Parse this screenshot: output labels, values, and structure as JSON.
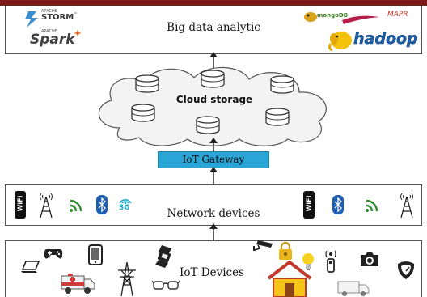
{
  "header_bar_color": "#7a1a1a",
  "layers": {
    "analytics": {
      "title": "Big data analytic"
    },
    "cloud": {
      "title": "Cloud storage"
    },
    "gateway": {
      "label": "IoT Gateway",
      "color": "#2aa6d6"
    },
    "network": {
      "title": "Network devices"
    },
    "devices": {
      "title": "IoT Devices"
    }
  },
  "logos": {
    "storm": {
      "small": "APACHE",
      "name": "STORM",
      "tm": "™"
    },
    "spark": {
      "small": "APACHE",
      "name": "Spark"
    },
    "mongodb": {
      "name": "mongoDB"
    },
    "mapr": {
      "name": "MAPR"
    },
    "hadoop": {
      "name": "hadoop"
    }
  },
  "network_badges": {
    "wifi": "WiFi",
    "3g": "3G"
  },
  "icons": [
    "wifi-badge-icon",
    "cell-tower-icon",
    "signal-icon",
    "bluetooth-icon",
    "3g-icon",
    "database-cylinder-icon",
    "cloud-icon",
    "laptop-icon",
    "gamepad-icon",
    "tablet-icon",
    "power-tower-icon",
    "smartwatch-icon",
    "ambulance-icon",
    "vr-glasses-icon",
    "cctv-camera-icon",
    "lock-icon",
    "lightbulb-icon",
    "sensor-icon",
    "camera-icon",
    "speedometer-icon",
    "house-icon",
    "truck-icon"
  ]
}
